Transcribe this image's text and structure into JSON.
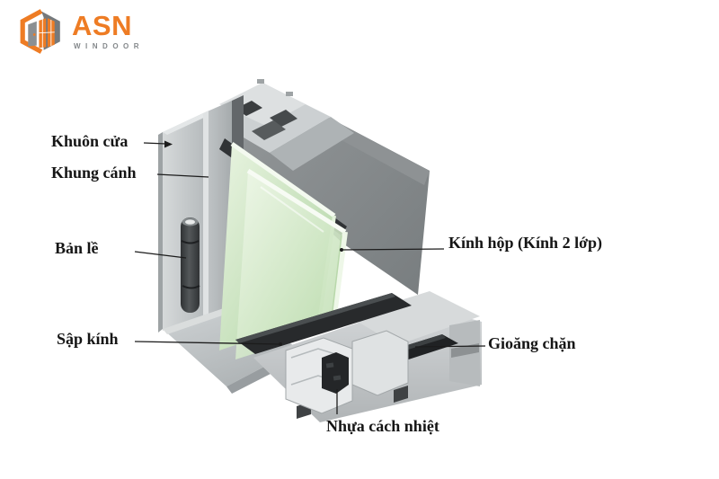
{
  "logo": {
    "brand": "ASN",
    "subtitle": "WINDOOR"
  },
  "labels": {
    "khuon_cua": "Khuôn cửa",
    "khung_canh": "Khung cánh",
    "ban_le": "Bản lề",
    "sap_kinh": "Sập kính",
    "kinh_hop": "Kính hộp (Kính 2 lớp)",
    "gioang_chan": "Gioăng chặn",
    "nhua_cach_nhiet": "Nhựa cách nhiệt"
  },
  "colors": {
    "brand_orange": "#ee7c24",
    "brand_gray": "#84888b",
    "aluminum_light": "#cdd1d3",
    "aluminum_mid": "#b2b6b8",
    "aluminum_dark": "#85898b",
    "glass_green": "#cfe8c4",
    "gasket_black": "#26282a",
    "label_text": "#151515",
    "background": "#ffffff"
  }
}
